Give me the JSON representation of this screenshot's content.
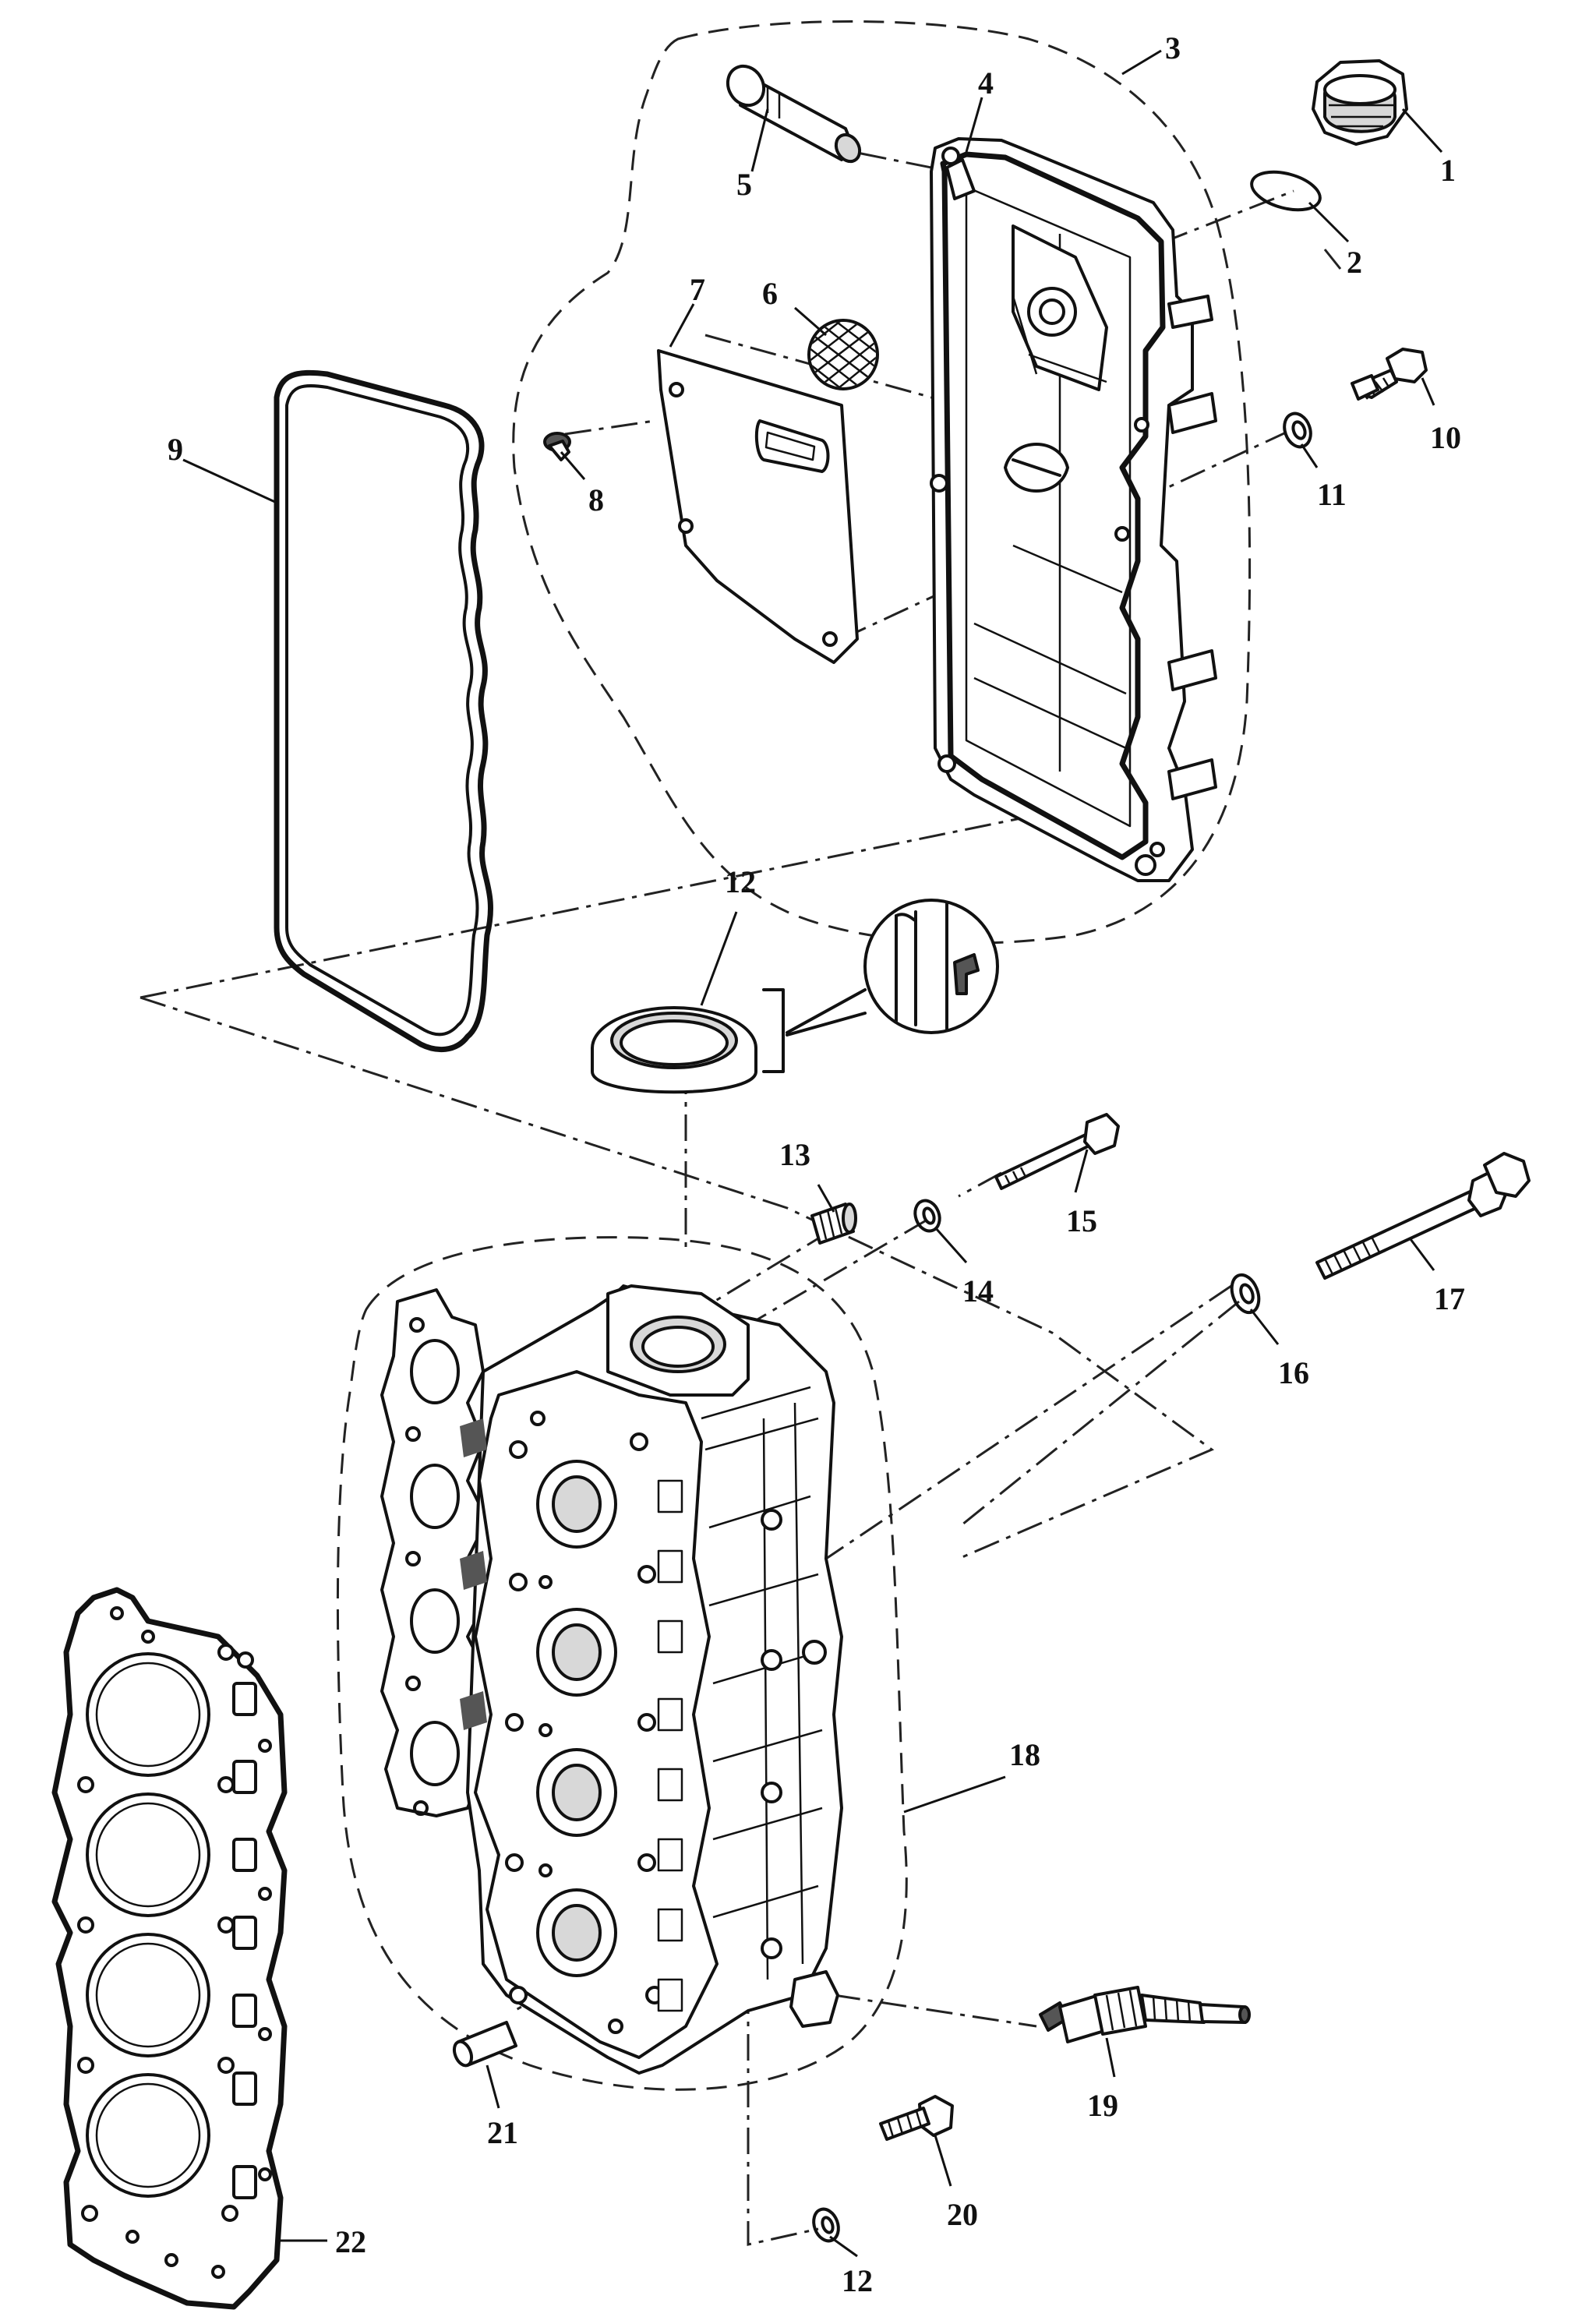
{
  "callouts": [
    {
      "id": "1",
      "text": "1"
    },
    {
      "id": "2",
      "text": "2"
    },
    {
      "id": "3",
      "text": "3"
    },
    {
      "id": "4",
      "text": "4"
    },
    {
      "id": "5",
      "text": "5"
    },
    {
      "id": "6",
      "text": "6"
    },
    {
      "id": "7",
      "text": "7"
    },
    {
      "id": "8",
      "text": "8"
    },
    {
      "id": "9",
      "text": "9"
    },
    {
      "id": "10",
      "text": "10"
    },
    {
      "id": "11",
      "text": "11"
    },
    {
      "id": "12a",
      "text": "12"
    },
    {
      "id": "13",
      "text": "13"
    },
    {
      "id": "14",
      "text": "14"
    },
    {
      "id": "15",
      "text": "15"
    },
    {
      "id": "16",
      "text": "16"
    },
    {
      "id": "17",
      "text": "17"
    },
    {
      "id": "18",
      "text": "18"
    },
    {
      "id": "19",
      "text": "19"
    },
    {
      "id": "20",
      "text": "20"
    },
    {
      "id": "21",
      "text": "21"
    },
    {
      "id": "12b",
      "text": "12"
    },
    {
      "id": "22",
      "text": "22"
    }
  ],
  "parts": [
    {
      "callout": "1",
      "icon": "oil-filler-cap-icon"
    },
    {
      "callout": "2",
      "icon": "o-ring-icon"
    },
    {
      "callout": "3",
      "icon": "cylinder-head-cover-assembly-icon"
    },
    {
      "callout": "4",
      "icon": "cover-gasket-seal-icon"
    },
    {
      "callout": "5",
      "icon": "breather-pipe-icon"
    },
    {
      "callout": "6",
      "icon": "mesh-filter-icon"
    },
    {
      "callout": "7",
      "icon": "baffle-plate-icon"
    },
    {
      "callout": "8",
      "icon": "small-screw-icon"
    },
    {
      "callout": "9",
      "icon": "cover-gasket-icon"
    },
    {
      "callout": "10",
      "icon": "bolt-icon"
    },
    {
      "callout": "11",
      "icon": "washer-icon"
    },
    {
      "callout": "12",
      "icon": "oil-seal-icon"
    },
    {
      "callout": "13",
      "icon": "plug-icon"
    },
    {
      "callout": "14",
      "icon": "washer-icon"
    },
    {
      "callout": "15",
      "icon": "bolt-icon"
    },
    {
      "callout": "16",
      "icon": "washer-icon"
    },
    {
      "callout": "17",
      "icon": "long-bolt-icon"
    },
    {
      "callout": "18",
      "icon": "cylinder-head-icon"
    },
    {
      "callout": "19",
      "icon": "spark-plug-icon"
    },
    {
      "callout": "20",
      "icon": "bolt-icon"
    },
    {
      "callout": "21",
      "icon": "dowel-pin-icon"
    },
    {
      "callout": "22",
      "icon": "head-gasket-icon"
    }
  ]
}
